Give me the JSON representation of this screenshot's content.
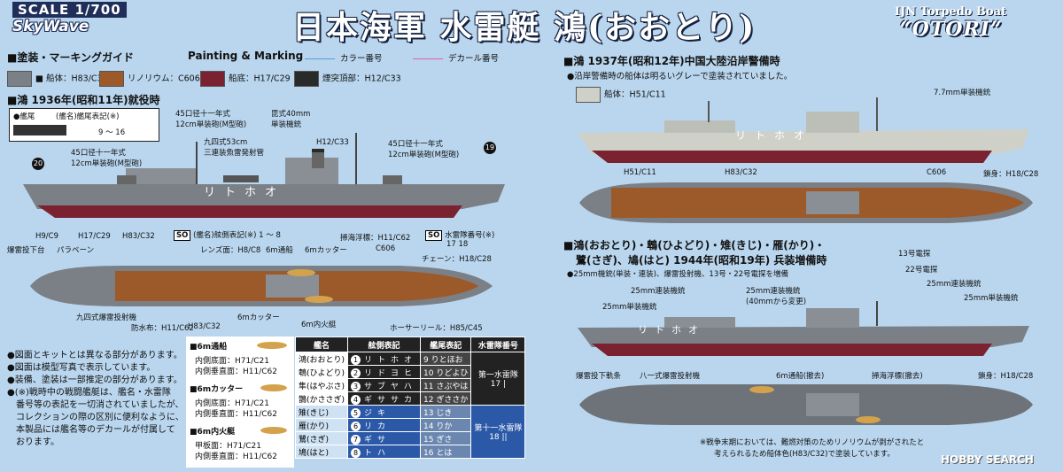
{
  "header": {
    "scale": "SCALE 1/700",
    "brand": "SkyWave",
    "title": "日本海軍 水雷艇 鴻(おおとり)",
    "en_line1": "IJN Torpedo Boat",
    "en_line2": "“OTORI”"
  },
  "guide": {
    "heading": "■塗装・マーキングガイド",
    "heading_en": "Painting & Marking",
    "legend_color": "カラー番号",
    "legend_decal": "デカール番号",
    "line_color_hex": "#5b9bd5",
    "line_decal_hex": "#e0609a"
  },
  "swatches": [
    {
      "label": "■ 船体：H83/C32",
      "hex": "#7b7f86"
    },
    {
      "label": "リノリウム：C606",
      "hex": "#9c5a2a"
    },
    {
      "label": "船底：H17/C29",
      "hex": "#7a2230"
    },
    {
      "label": "煙突頂部：H12/C33",
      "hex": "#2a2a2a"
    }
  ],
  "sec1936": {
    "title": "■鴻 1936年(昭和11年)就役時",
    "box_label": "●艦尾",
    "box_note": "(艦名)艦尾表記(※)",
    "box_num": "9 ～ 16",
    "callouts": {
      "gun_fwd": "45口径十一年式\n12cm単装砲(M型砲)",
      "gun_mid": "45口径十一年式\n12cm単装砲(M型砲)",
      "torpedo": "九四式53cm\n三連装魚雷発射管",
      "mg40": "毘式40mm\n単装機銃",
      "funnel": "H12/C33",
      "gun_aft": "45口径十一年式\n12cm単装砲(M型砲)",
      "bottom1": "H9/C9",
      "bottom2": "H17/C29",
      "bottom3": "H83/C32",
      "mine": "掃海浮標：H11/C62",
      "decal_num_a": "20",
      "decal_num_b": "19",
      "side_label": "(艦名)舷側表記(※)",
      "side_nums": "1 ～ 8",
      "div_label": "水雷隊番号(※)",
      "div_nums": "17 18",
      "hull_text": "リトホオ"
    }
  },
  "top1936": {
    "c1": "爆雷投下台",
    "c2": "パラベーン",
    "c3": "レンズ面：H8/C8",
    "c4": "6m通船",
    "c5": "6mカッター",
    "c6": "C606",
    "c7": "チェーン：H18/C28",
    "c8": "九四式爆雷投射機",
    "c9": "防水布：H11/C62",
    "c10": "H83/C32",
    "c11": "6mカッター",
    "c12": "6m内火艇",
    "c13": "ホーサーリール：H85/C45"
  },
  "notes": [
    "●図面とキットとは異なる部分があります。",
    "●図面は模型写真で表示しています。",
    "●装備、塗装は一部推定の部分があります。",
    "●(※)戦時中の戦闘艦艇は、艦名・水雷隊",
    "　番号等の表記を一切消されていましたが、",
    "　コレクションの際の区別に便利なように、",
    "　本製品には艦名等のデカールが付属して",
    "　おります。"
  ],
  "boats": [
    {
      "title": "■6m通船",
      "lines": [
        "内側底面：H71/C21",
        "内側垂直面：H11/C62"
      ]
    },
    {
      "title": "■6mカッター",
      "lines": [
        "内側底面：H71/C21",
        "内側垂直面：H11/C62"
      ]
    },
    {
      "title": "■6m内火艇",
      "lines": [
        "甲板面：H71/C21",
        "内側垂直面：H11/C62"
      ]
    }
  ],
  "table": {
    "headers": [
      "艦名",
      "舷側表記",
      "艦尾表記",
      "水雷隊番号"
    ],
    "rows": [
      {
        "name": "鴻(おおとり)",
        "num": "1",
        "kana": "リトホオ",
        "snum": "9",
        "stern": "りとほお"
      },
      {
        "name": "鵯(ひよどり)",
        "num": "2",
        "kana": "リドヨヒ",
        "snum": "10",
        "stern": "りどよひ"
      },
      {
        "name": "隼(はやぶさ)",
        "num": "3",
        "kana": "サブヤハ",
        "snum": "11",
        "stern": "さぶやは"
      },
      {
        "name": "鵲(かささぎ)",
        "num": "4",
        "kana": "ギササカ",
        "snum": "12",
        "stern": "ぎささか"
      },
      {
        "name": "雉(きじ)",
        "num": "5",
        "kana": "ジキ",
        "snum": "13",
        "stern": "じき"
      },
      {
        "name": "雁(かり)",
        "num": "6",
        "kana": "リカ",
        "snum": "14",
        "stern": "りか"
      },
      {
        "name": "鷺(さぎ)",
        "num": "7",
        "kana": "ギサ",
        "snum": "15",
        "stern": "ぎさ"
      },
      {
        "name": "鳩(はと)",
        "num": "8",
        "kana": "トハ",
        "snum": "16",
        "stern": "とは"
      }
    ],
    "div1": "第一水雷隊",
    "div1_num": "17",
    "div1_mark": "|",
    "div2": "第十一水雷隊",
    "div2_num": "18",
    "div2_mark": "||"
  },
  "sec1937": {
    "title": "■鴻 1937年(昭和12年)中国大陸沿岸警備時",
    "sub": "●沿岸警備時の船体は明るいグレーで塗装されていました。",
    "swatch_label": "船体：H51/C11",
    "swatch_hex": "#cfd1c8",
    "mg": "7.7mm単装機銃",
    "h51": "H51/C11",
    "h83": "H83/C32",
    "c606": "C606",
    "chain": "鎖身：H18/C28",
    "hull_text": "リトホオ"
  },
  "sec1944": {
    "title1": "■鴻(おおとり)・鵯(ひよどり)・雉(きじ)・雁(かり)・",
    "title2": "鷺(さぎ)、鳩(はと) 1944年(昭和19年) 兵装増備時",
    "sub": "●25mm機銃(単装・連装)、爆雷投射機、13号・22号電探を増備",
    "c13": "13号電探",
    "c22": "22号電探",
    "c25r": "25mm連装機銃",
    "c25s_r": "25mm単装機銃",
    "c25r_top": "25mm連装機銃",
    "c25s_l": "25mm単装機銃",
    "c25r_mid": "25mm連装機銃",
    "c25r_mid2": "(40mmから変更)",
    "rail": "爆雷投下軌条",
    "thrower": "八一式爆雷投射機",
    "boat_rm": "6m通船(撤去)",
    "mine_rm": "掃海浮標(撤去)",
    "chain": "鎖身：H18/C28",
    "note1": "※戦争末期においては、難燃対策のためリノリウムが剥がされたと",
    "note2": "考えられるため船体色(H83/C32)で塗装しています。",
    "hull_text": "リトホオ"
  },
  "watermark": "HOBBY SEARCH"
}
